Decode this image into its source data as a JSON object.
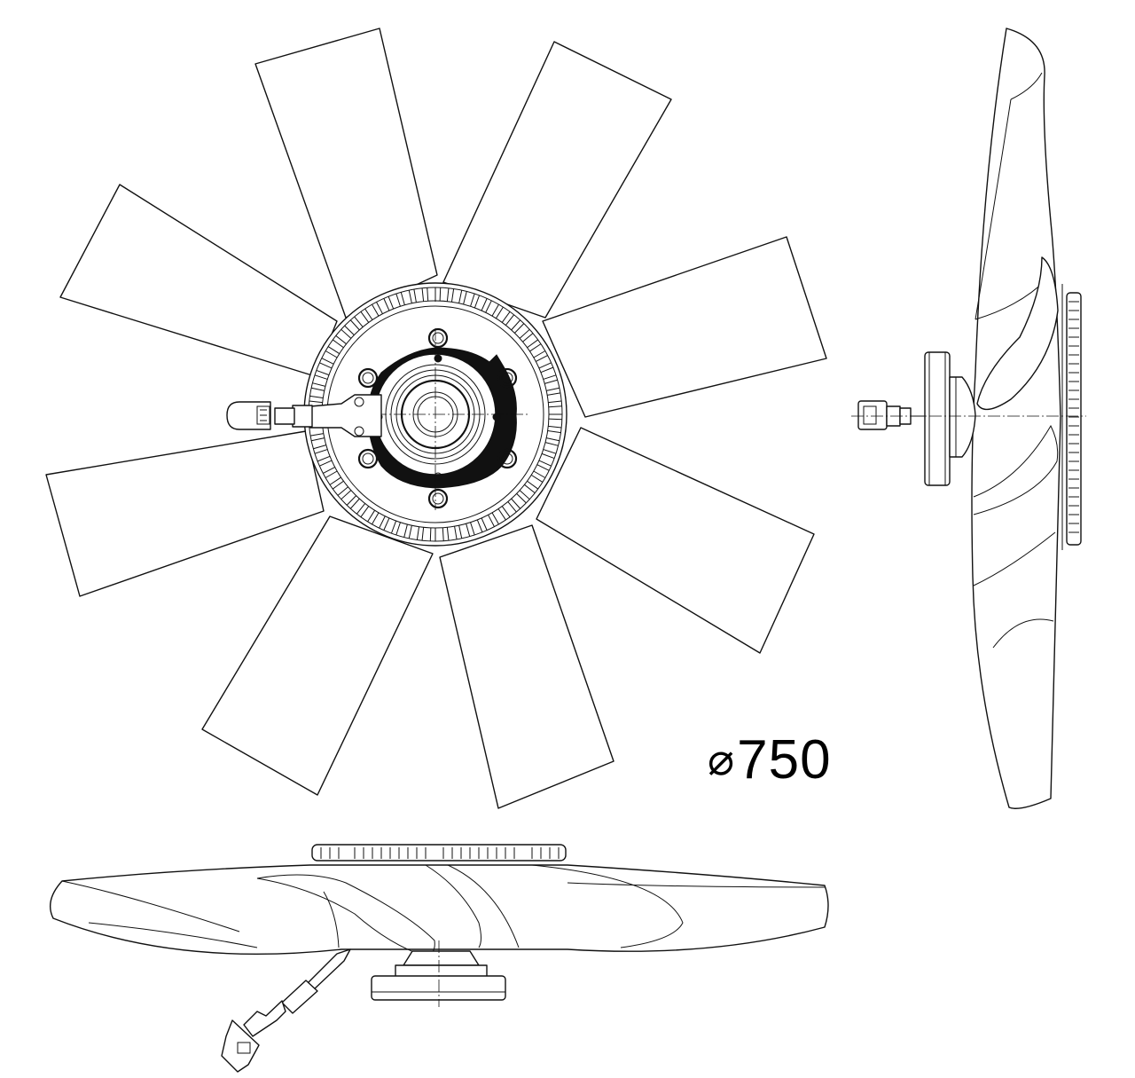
{
  "drawing": {
    "subject": "Viscous fan clutch with fan blade assembly",
    "views": [
      {
        "name": "front-view",
        "blade_count": 8
      },
      {
        "name": "side-view"
      },
      {
        "name": "bottom-view"
      }
    ],
    "dimension": {
      "symbol": "⌀",
      "value": "750"
    },
    "colors": {
      "line": "#111111",
      "background": "#ffffff"
    }
  }
}
